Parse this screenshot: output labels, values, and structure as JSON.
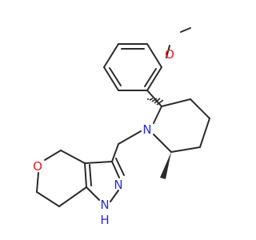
{
  "molecule": {
    "atoms": {
      "methoxy_o": "O",
      "ring_o": "O",
      "piperidine_n": "N",
      "pyrazole_n": "N",
      "pyrazole_nh_n": "N",
      "pyrazole_nh_h": "H"
    }
  }
}
